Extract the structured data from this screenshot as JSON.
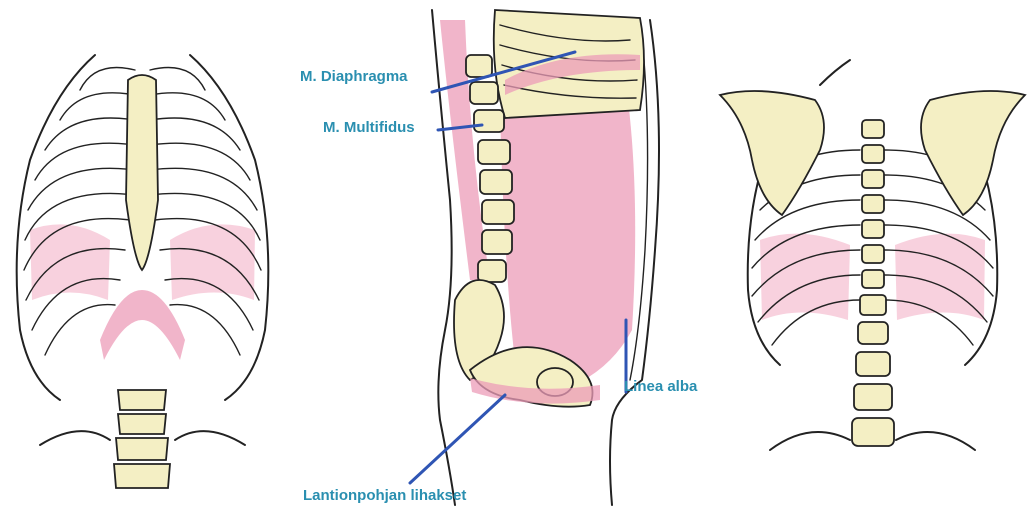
{
  "labels": {
    "diaphragm": "M. Diaphragma",
    "multifidus": "M. Multifidus",
    "linea_alba": "Linea alba",
    "pelvic_floor": "Lantionpohjan lihakset"
  },
  "colors": {
    "label_text": "#2a8fb0",
    "leader_line": "#2f55b4",
    "muscle": "#e58aa8",
    "bone": "#f4efc4",
    "outline": "#222222"
  },
  "panels": [
    "rib-cage-front",
    "trunk-side",
    "rib-cage-back"
  ]
}
